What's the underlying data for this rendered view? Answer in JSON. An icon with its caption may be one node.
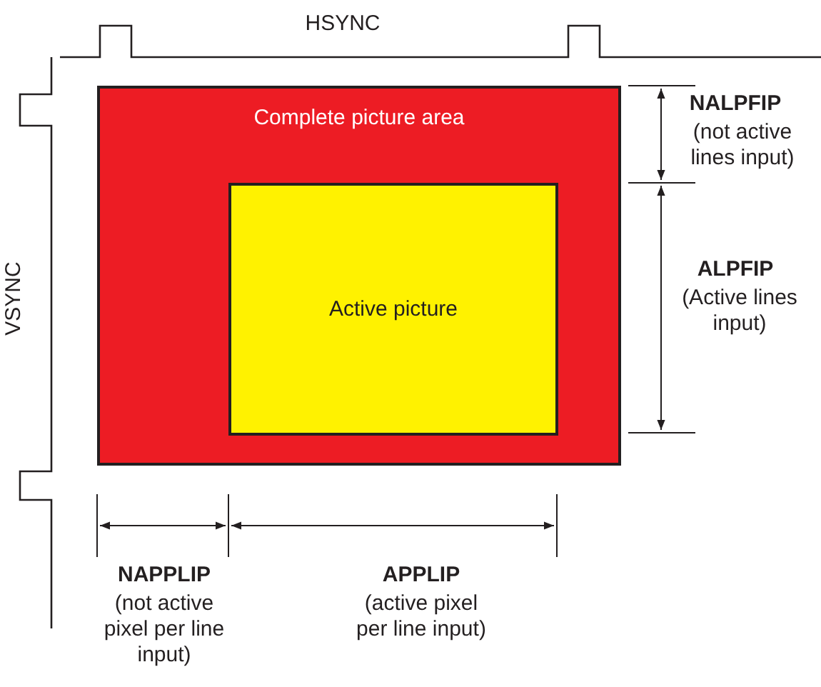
{
  "diagram": {
    "nodes": [
      {
        "text": [
          "Complete picture area"
        ]
      },
      {
        "text": [
          "Active picture"
        ],
        "in": 0
      }
    ],
    "labels": [
      "HSYNC",
      "NALPFIP",
      "(not active lines input)",
      "VSYNC",
      "ALPFIP",
      "(Active lines input)",
      "NAPPLIP",
      "(not active pixel per line input)",
      "APPLIP",
      "(active pixel per line input)"
    ]
  }
}
